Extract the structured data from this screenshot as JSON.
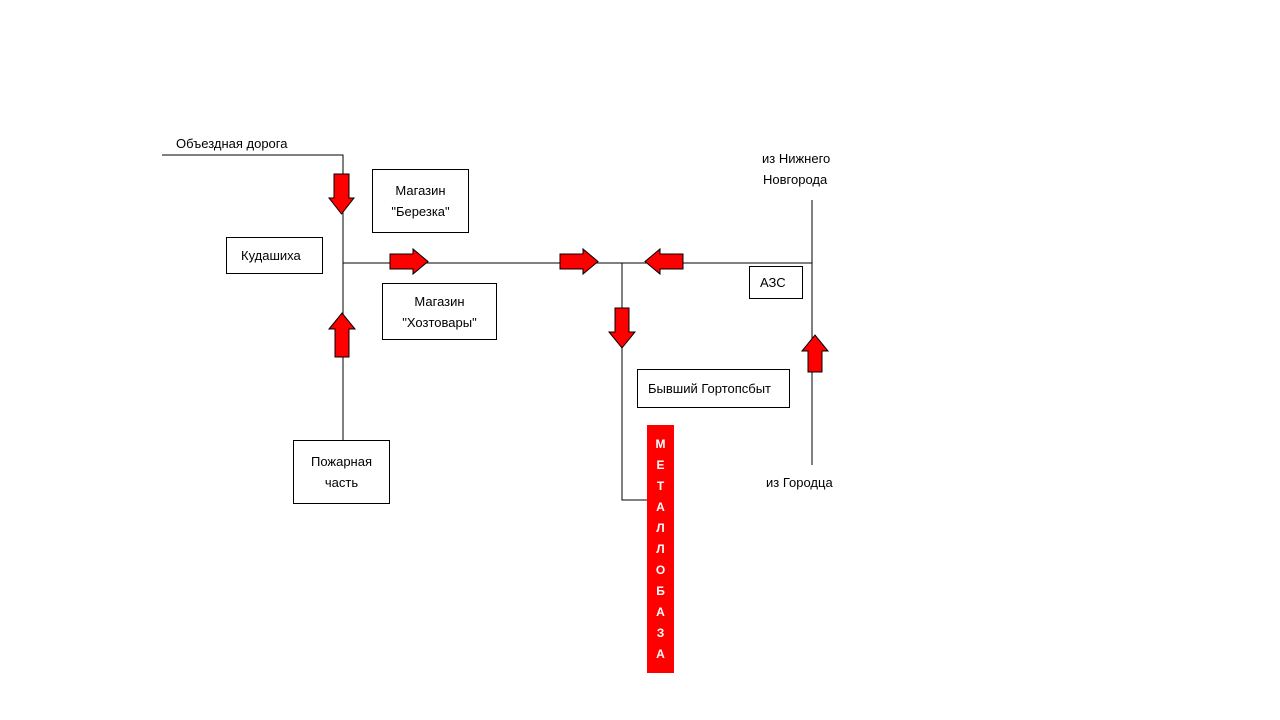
{
  "labels": {
    "bypass_road": "Объездная дорога",
    "from_nizhny_line1": "из Нижнего",
    "from_nizhny_line2": "Новгорода",
    "from_gorodets": "из Городца"
  },
  "boxes": {
    "shop_berezka_line1": "Магазин",
    "shop_berezka_line2": "\"Березка\"",
    "kudashikha": "Кудашиха",
    "shop_hoztovary_line1": "Магазин",
    "shop_hoztovary_line2": "\"Хозтовары\"",
    "gas_station": "АЗС",
    "former_gortopsbyt": "Бывший Гортопсбыт",
    "fire_station_line1": "Пожарная",
    "fire_station_line2": "часть"
  },
  "metallobaza_letters": [
    "М",
    "Е",
    "Т",
    "А",
    "Л",
    "Л",
    "О",
    "Б",
    "А",
    "З",
    "А"
  ],
  "colors": {
    "arrow_fill": "#ff0000",
    "line": "#000000",
    "metallobaza_bg": "#ff0000",
    "metallobaza_text": "#ffffff"
  }
}
